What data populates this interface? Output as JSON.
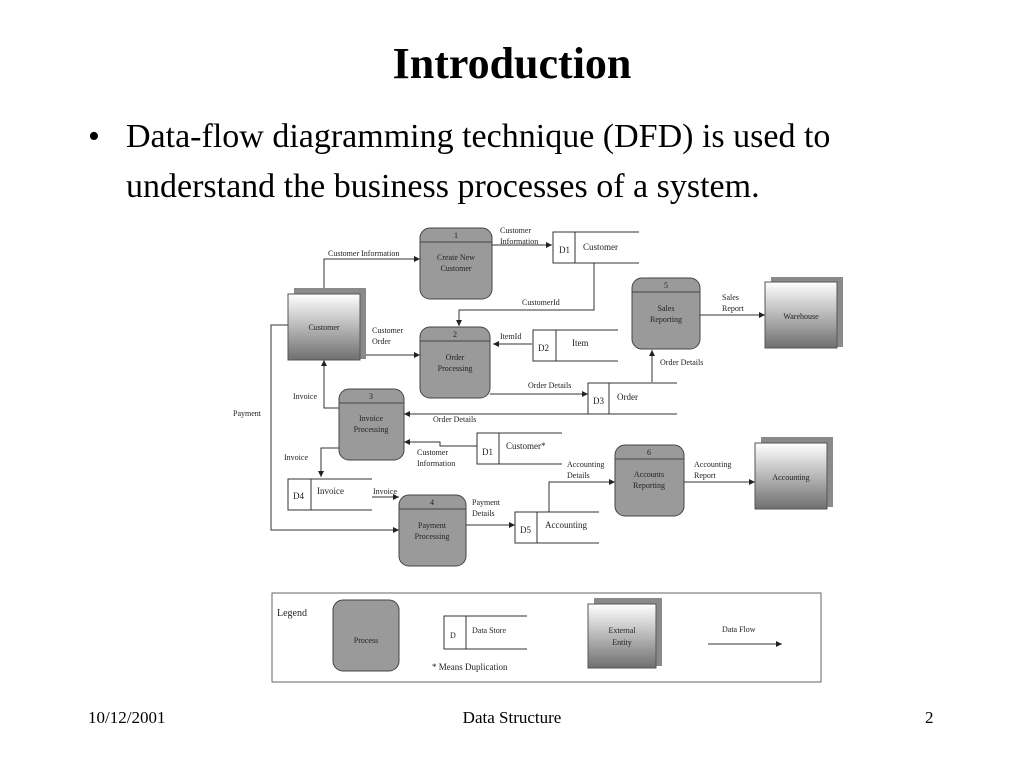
{
  "slide": {
    "title": "Introduction",
    "bullet": "Data-flow diagramming technique (DFD) is used to understand the business processes of a system.",
    "footer_date": "10/12/2001",
    "footer_center": "Data Structure",
    "footer_page": "2"
  },
  "diagram": {
    "processes": [
      {
        "id": "1",
        "label": [
          "Create New",
          "Customer"
        ]
      },
      {
        "id": "2",
        "label": [
          "Order",
          "Processing"
        ]
      },
      {
        "id": "3",
        "label": [
          "Invoice",
          "Processing"
        ]
      },
      {
        "id": "4",
        "label": [
          "Payment",
          "Processing"
        ]
      },
      {
        "id": "5",
        "label": [
          "Sales",
          "Reporting"
        ]
      },
      {
        "id": "6",
        "label": [
          "Accounts",
          "Reporting"
        ]
      }
    ],
    "stores": [
      {
        "id": "D1",
        "label": "Customer"
      },
      {
        "id": "D2",
        "label": "Item"
      },
      {
        "id": "D3",
        "label": "Order"
      },
      {
        "id": "D1",
        "label": "Customer*"
      },
      {
        "id": "D4",
        "label": "Invoice"
      },
      {
        "id": "D5",
        "label": "Accounting"
      }
    ],
    "entities": [
      "Customer",
      "Warehouse",
      "Accounting"
    ],
    "flows": {
      "customer_information": "Customer Information",
      "customer_information_2": [
        "Customer",
        "Information"
      ],
      "customer_id": "CustomerId",
      "customer_order": [
        "Customer",
        "Order"
      ],
      "item_id": "ItemId",
      "order_details": "Order Details",
      "order_details_2": "Order Details",
      "order_details_3": "Order Details",
      "sales_report": [
        "Sales",
        "Report"
      ],
      "invoice": "Invoice",
      "invoice_2": "Invoice",
      "invoice_3": "Invoice",
      "payment": "Payment",
      "customer_information_3": [
        "Customer",
        "Information"
      ],
      "payment_details": [
        "Payment",
        "Details"
      ],
      "accounting_details": [
        "Accounting",
        "Details"
      ],
      "accounting_report": [
        "Accounting",
        "Report"
      ]
    },
    "legend": {
      "title": "Legend",
      "process": "Process",
      "store_id": "D",
      "store": "Data Store",
      "entity": [
        "External",
        "Entity"
      ],
      "flow": "Data Flow",
      "note": "* Means Duplication"
    }
  }
}
